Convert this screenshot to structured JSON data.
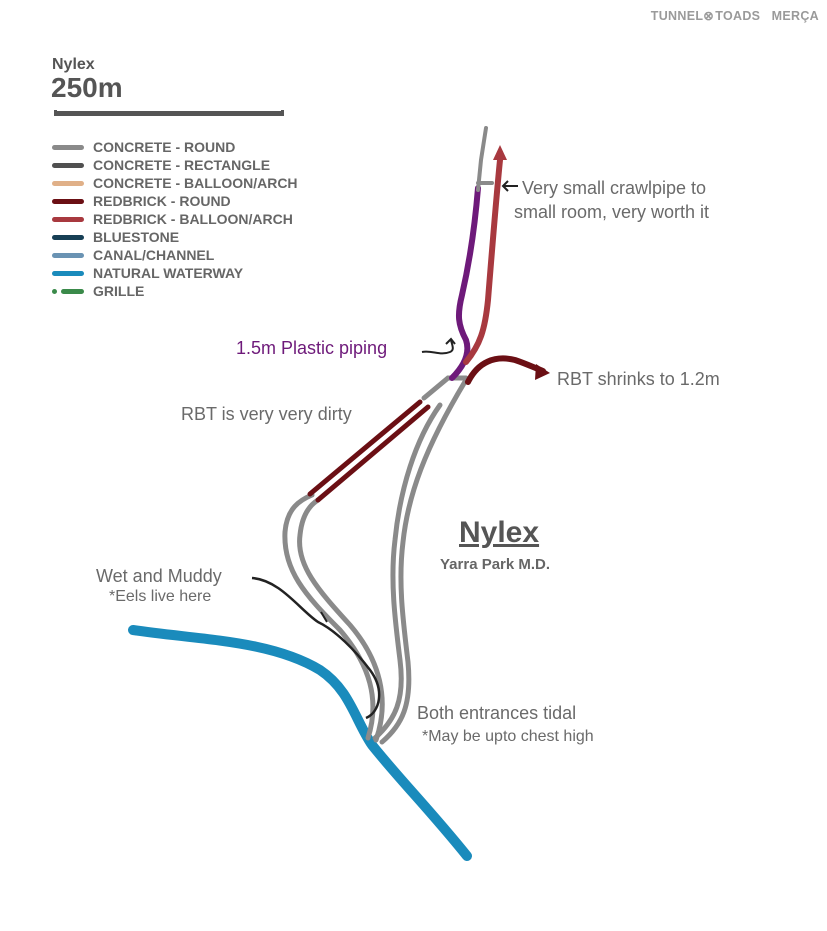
{
  "brand": {
    "left": "TUNNEL",
    "mid": "TOADS",
    "right": "MERÇA"
  },
  "scale": {
    "name": "Nylex",
    "distance": "250m"
  },
  "legend": [
    {
      "label": "CONCRETE - ROUND",
      "color": "#8a8a8a"
    },
    {
      "label": "CONCRETE - RECTANGLE",
      "color": "#505050"
    },
    {
      "label": "CONCRETE - BALLOON/ARCH",
      "color": "#e0b088"
    },
    {
      "label": "REDBRICK  - ROUND",
      "color": "#6b0f14"
    },
    {
      "label": "REDBRICK  - BALLOON/ARCH",
      "color": "#a8393f"
    },
    {
      "label": "BLUESTONE",
      "color": "#173f55"
    },
    {
      "label": "CANAL/CHANNEL",
      "color": "#6a93b3"
    },
    {
      "label": "NATURAL WATERWAY",
      "color": "#1a8bbc"
    },
    {
      "label": "GRILLE",
      "color": "#3a8a4a"
    }
  ],
  "map": {
    "title": "Nylex",
    "subtitle": "Yarra Park M.D.",
    "notes": {
      "crawlpipe_1": "Very small crawlpipe to",
      "crawlpipe_2": "small room, very worth it",
      "plastic": "1.5m Plastic piping",
      "rbt_shrinks": "RBT shrinks to 1.2m",
      "rbt_dirty": "RBT is very very dirty",
      "wet": "Wet and Muddy",
      "eels": "*Eels live here",
      "tidal": "Both entrances tidal",
      "chest": "*May be upto chest high"
    },
    "colors": {
      "concrete_round": "#8a8a8a",
      "redbrick_round": "#6b0f14",
      "redbrick_arch": "#a8393f",
      "plastic": "#6e1a7a",
      "waterway": "#1a8bbc"
    }
  }
}
